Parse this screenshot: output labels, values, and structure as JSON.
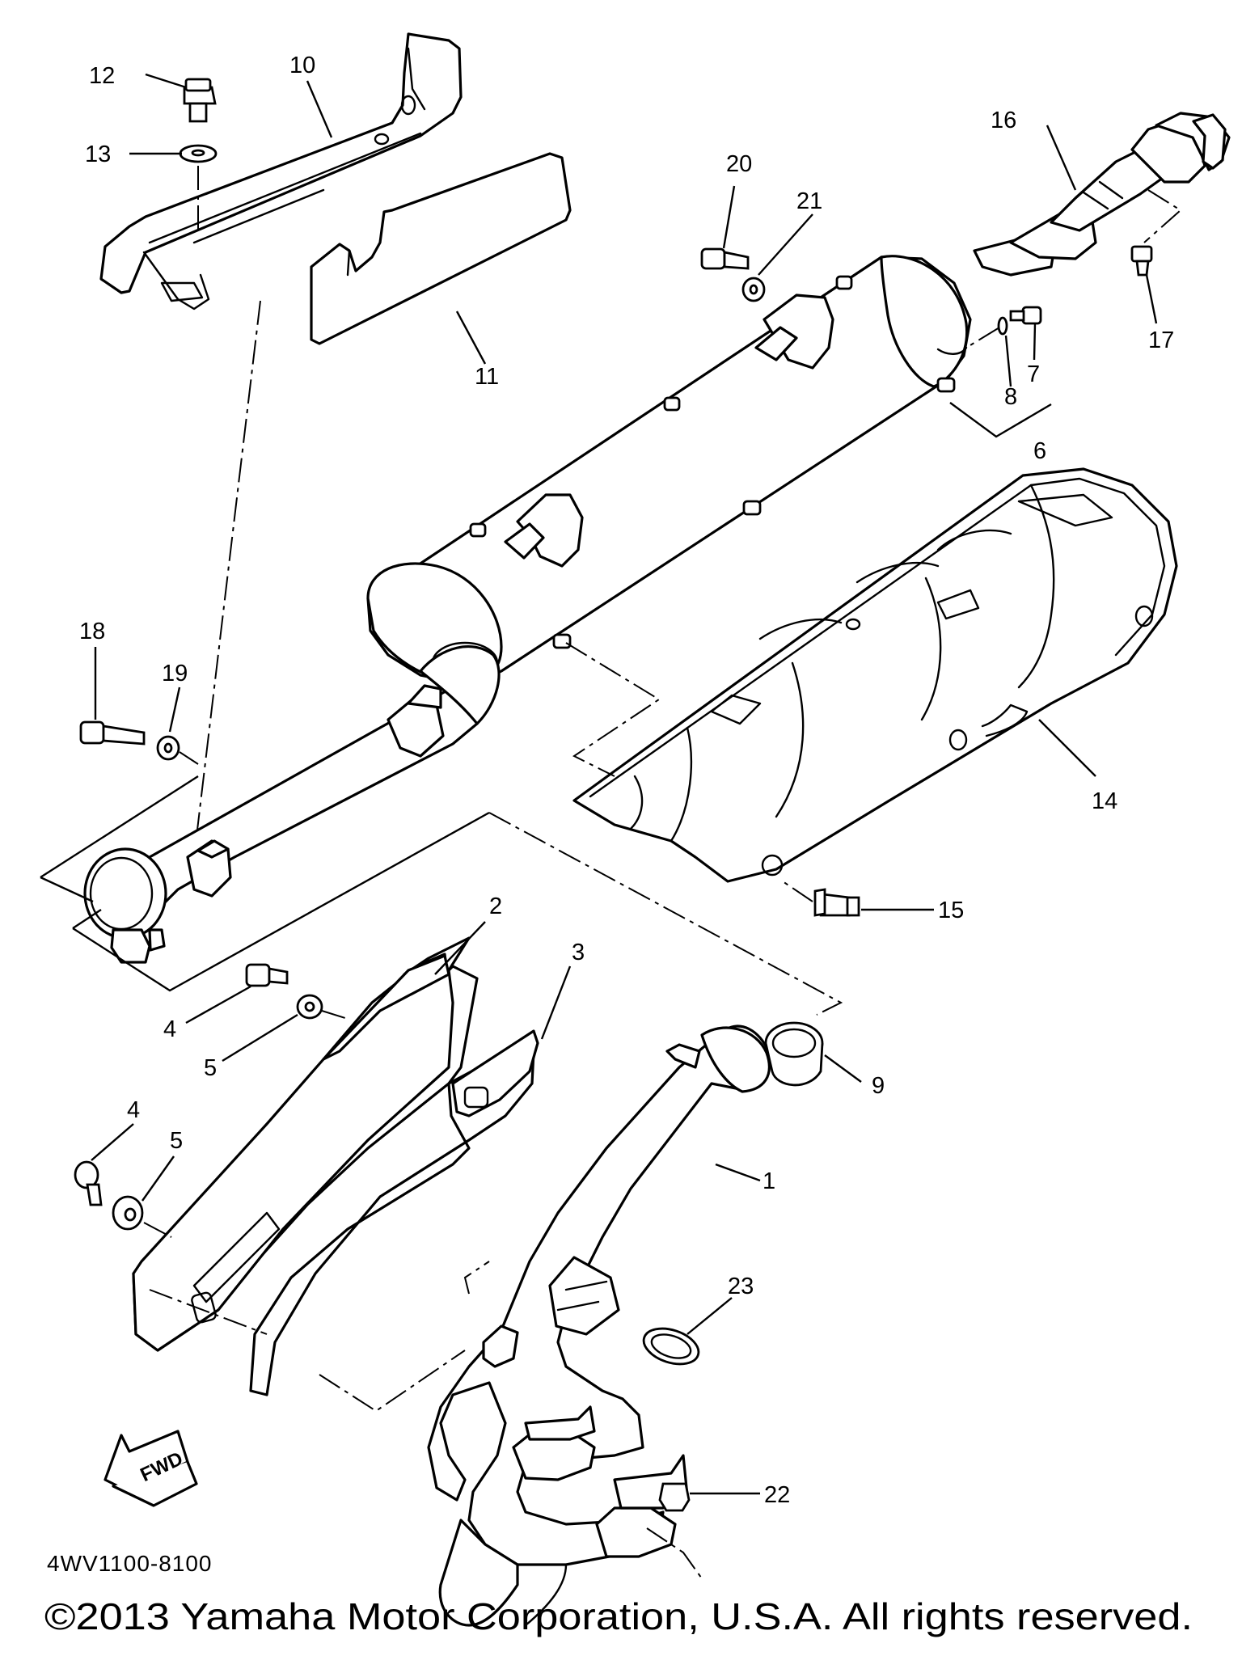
{
  "diagram_code": "4WV1100-8100",
  "copyright": "©2013 Yamaha Motor Corporation, U.S.A. All rights reserved.",
  "fwd_label": "FWD",
  "callouts": {
    "c1": "1",
    "c2": "2",
    "c3": "3",
    "c4a": "4",
    "c4b": "4",
    "c5a": "5",
    "c5b": "5",
    "c6": "6",
    "c7": "7",
    "c8": "8",
    "c9": "9",
    "c10": "10",
    "c11": "11",
    "c12": "12",
    "c13": "13",
    "c14": "14",
    "c15": "15",
    "c16": "16",
    "c17": "17",
    "c18": "18",
    "c19": "19",
    "c20": "20",
    "c21": "21",
    "c22": "22",
    "c23": "23"
  }
}
